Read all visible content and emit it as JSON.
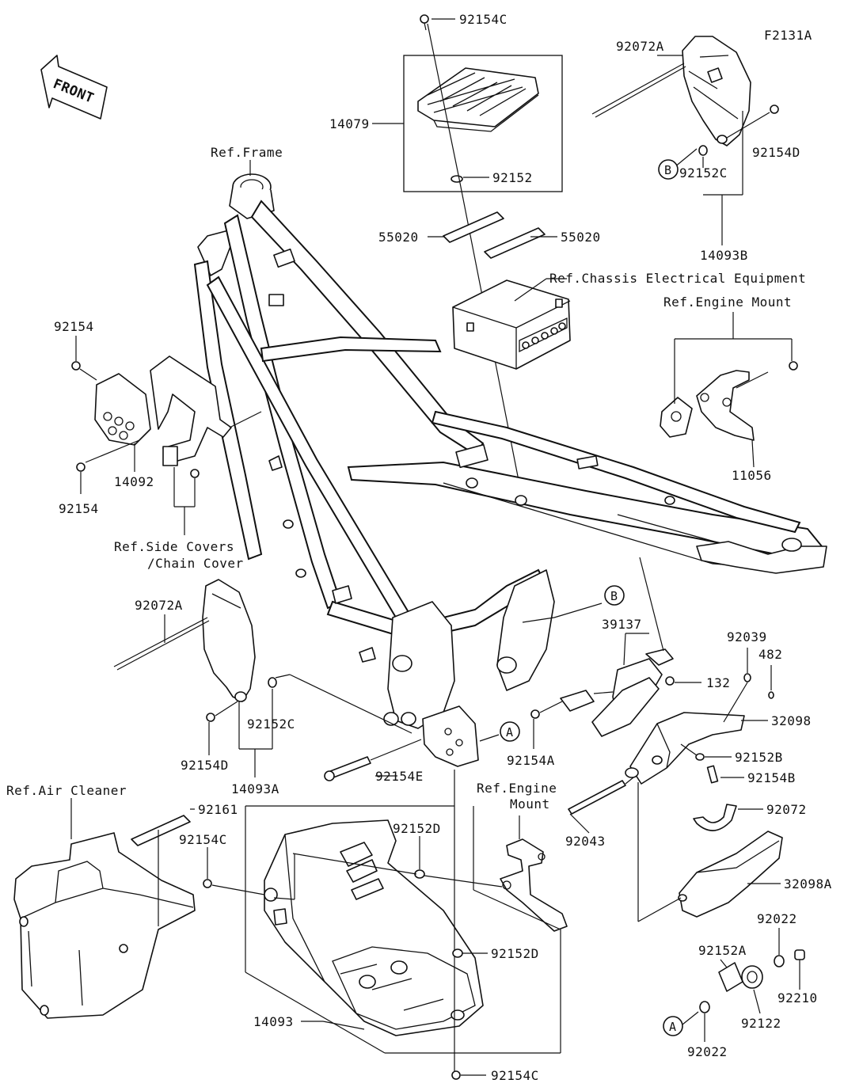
{
  "figure_id": "F2131A",
  "front_label": "FRONT",
  "refs": {
    "frame": "Ref.Frame",
    "chassis_electrical": "Ref.Chassis Electrical Equipment",
    "engine_mount_top": "Ref.Engine Mount",
    "side_covers_1": "Ref.Side Covers",
    "side_covers_2": "/Chain Cover",
    "air_cleaner": "Ref.Air Cleaner",
    "engine_mount_bottom_1": "Ref.Engine",
    "engine_mount_bottom_2": "Mount"
  },
  "callouts": {
    "A1": "A",
    "A2": "A",
    "B1": "B",
    "B2": "B"
  },
  "parts": {
    "p92154C_top": "92154C",
    "p14079": "14079",
    "p92152": "92152",
    "p92072A_top": "92072A",
    "p92154D_top": "92154D",
    "p92152C_top": "92152C",
    "p14093B": "14093B",
    "p55020_left": "55020",
    "p55020_right": "55020",
    "p92154_top": "92154",
    "p14092": "14092",
    "p92154_bottom": "92154",
    "p11056": "11056",
    "p92072A_left": "92072A",
    "p39137": "39137",
    "p92039": "92039",
    "p482": "482",
    "p132": "132",
    "p32098": "32098",
    "p92152C_left": "92152C",
    "p92154D_left": "92154D",
    "p14093A": "14093A",
    "p92154A": "92154A",
    "p92152B": "92152B",
    "p92154B": "92154B",
    "p92154E": "92154E",
    "p92161": "92161",
    "p92072": "92072",
    "p92043": "92043",
    "p92154C_mid": "92154C",
    "p92152D_top": "92152D",
    "p32098A": "32098A",
    "p92152D_bottom": "92152D",
    "p92022_top": "92022",
    "p92152A": "92152A",
    "p92210": "92210",
    "p92122": "92122",
    "p14093": "14093",
    "p92022_bottom": "92022",
    "p92154C_bottom": "92154C"
  }
}
